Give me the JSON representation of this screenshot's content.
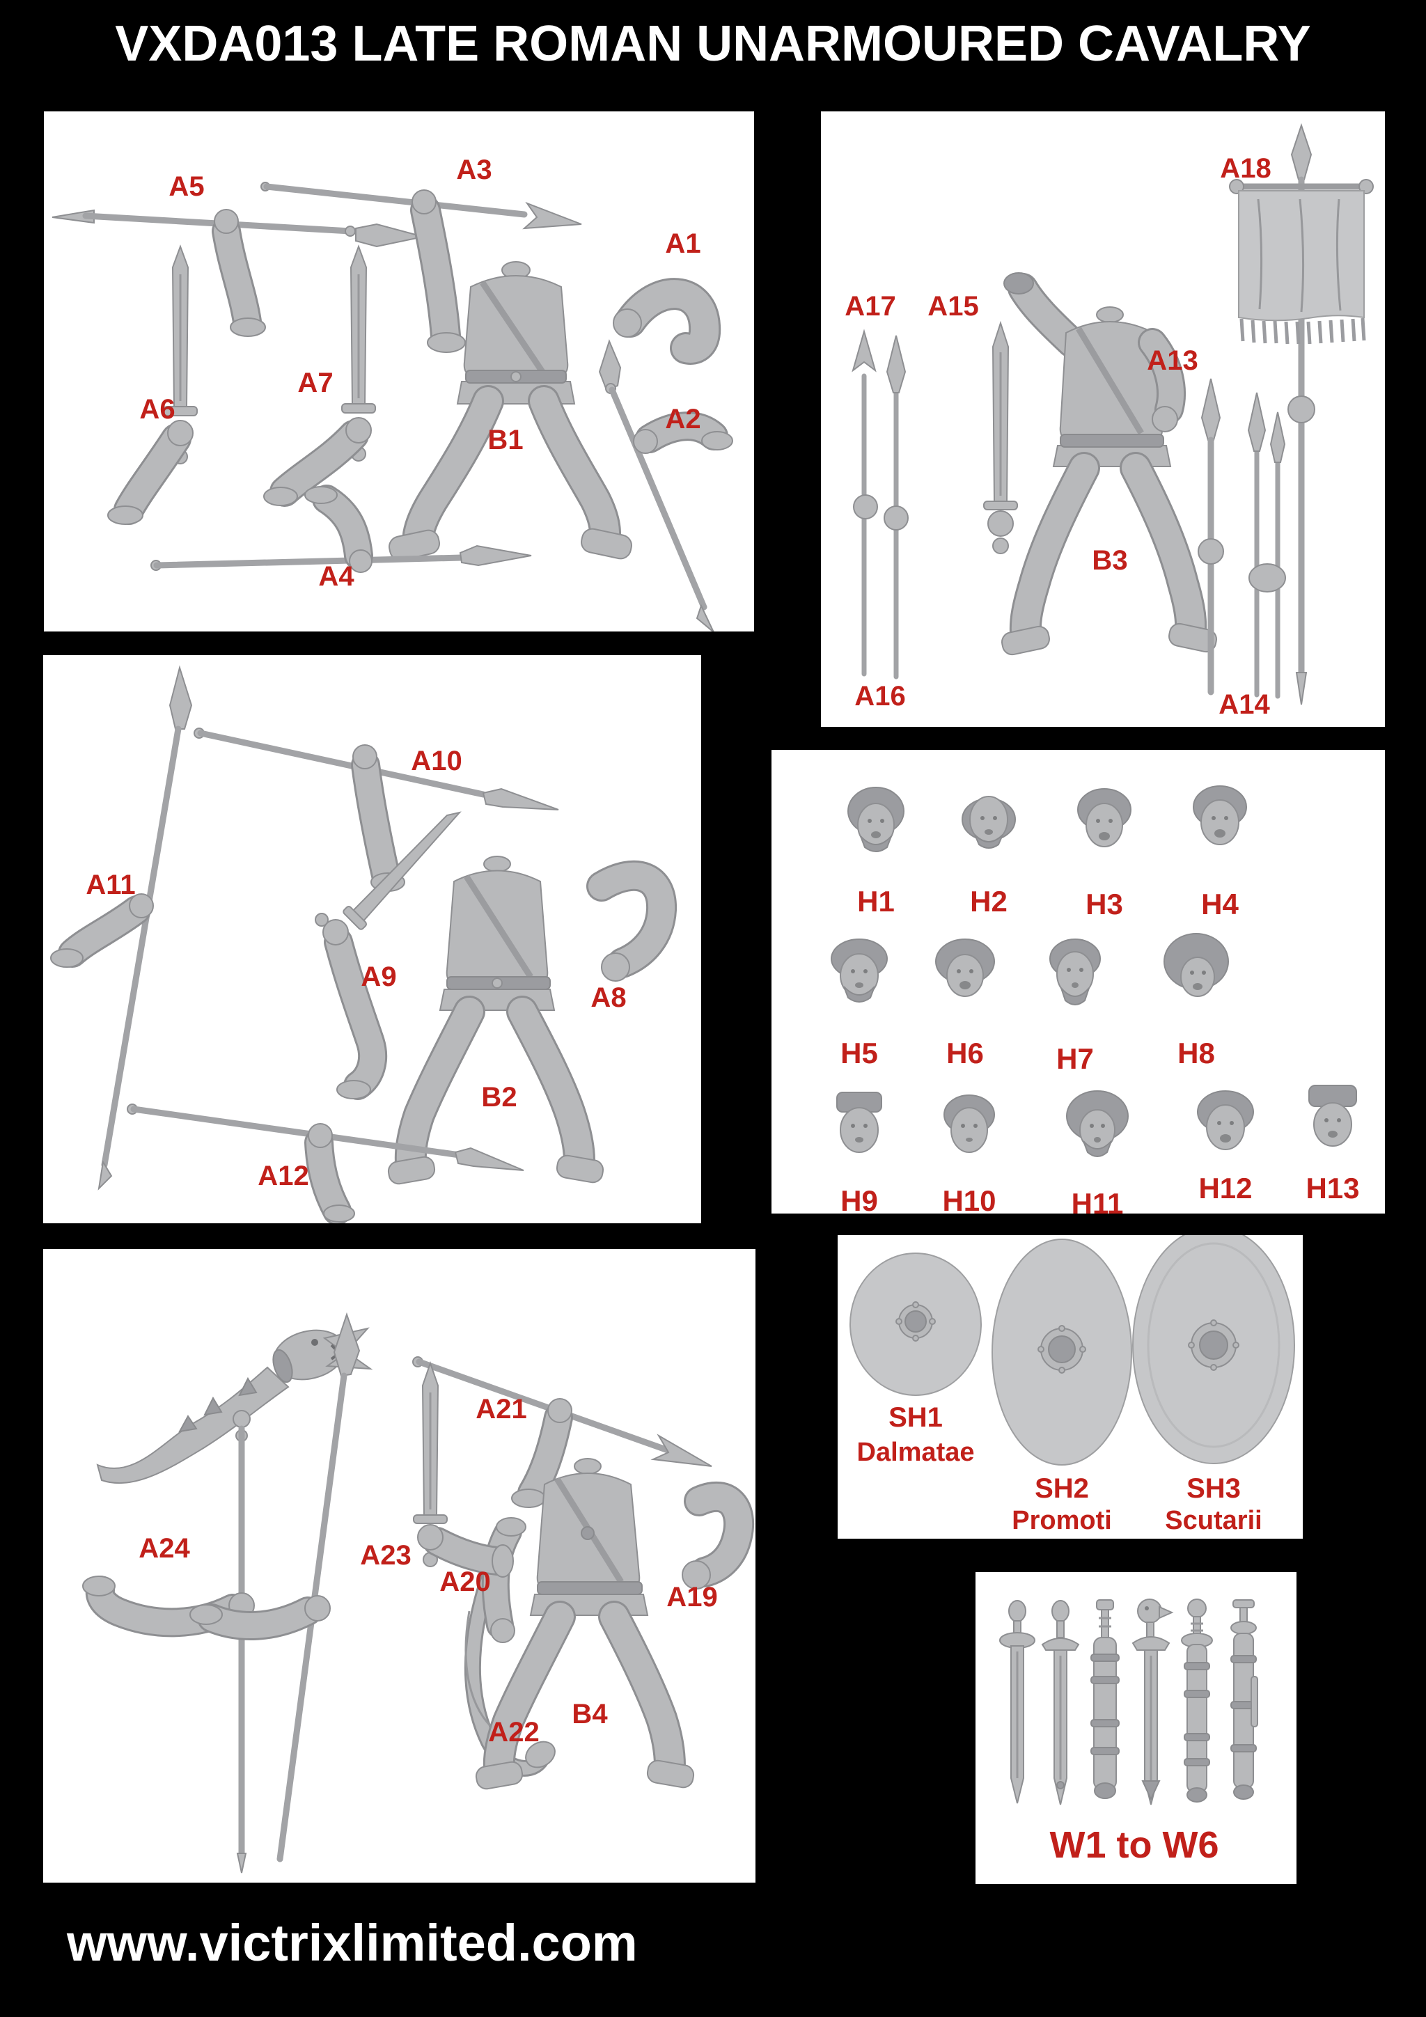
{
  "title": "VXDA013 LATE ROMAN UNARMOURED CAVALRY",
  "footer": "www.victrixlimited.com",
  "colors": {
    "accent_red": "#c1201a",
    "page_bg": "#000000",
    "panel_bg": "#ffffff",
    "part_grey": "#b8b9bb"
  },
  "panels": {
    "frame_a": {
      "labels": {
        "a5": "A5",
        "a3": "A3",
        "a1": "A1",
        "a6": "A6",
        "a7": "A7",
        "b1": "B1",
        "a2": "A2",
        "a4": "A4"
      }
    },
    "frame_b": {
      "labels": {
        "a18": "A18",
        "a17": "A17",
        "a15": "A15",
        "a13": "A13",
        "b3": "B3",
        "a16": "A16",
        "a14": "A14"
      }
    },
    "frame_c": {
      "labels": {
        "a10": "A10",
        "a11": "A11",
        "a9": "A9",
        "a8": "A8",
        "b2": "B2",
        "a12": "A12"
      }
    },
    "heads": {
      "labels": {
        "h1": "H1",
        "h2": "H2",
        "h3": "H3",
        "h4": "H4",
        "h5": "H5",
        "h6": "H6",
        "h7": "H7",
        "h8": "H8",
        "h9": "H9",
        "h10": "H10",
        "h11": "H11",
        "h12": "H12",
        "h13": "H13"
      }
    },
    "shields": {
      "sh1": {
        "code": "SH1",
        "name": "Dalmatae"
      },
      "sh2": {
        "code": "SH2",
        "name": "Promoti"
      },
      "sh3": {
        "code": "SH3",
        "name": "Scutarii"
      }
    },
    "frame_d": {
      "labels": {
        "a24": "A24",
        "a23": "A23",
        "a22": "A22",
        "a21": "A21",
        "a20": "A20",
        "b4": "B4",
        "a19": "A19"
      }
    },
    "weapons": {
      "range_label": "W1 to W6"
    }
  }
}
